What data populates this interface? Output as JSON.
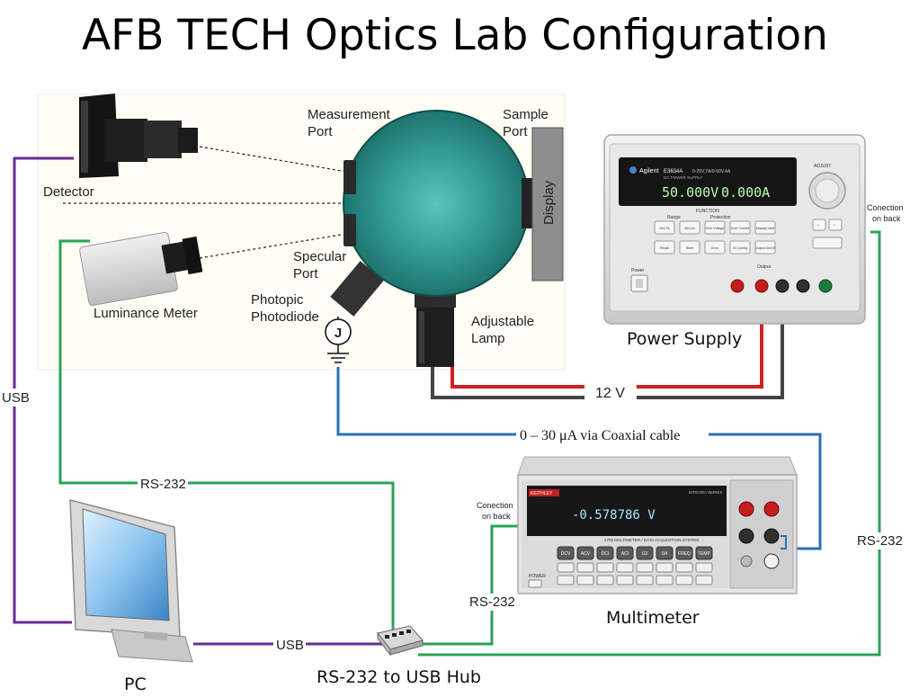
{
  "title": "AFB TECH Optics Lab Configuration",
  "labels": {
    "measurement_port": [
      "Measurement",
      "Port"
    ],
    "sample_port": [
      "Sample",
      "Port"
    ],
    "display": "Display",
    "detector": "Detector",
    "specular_port": [
      "Specular",
      "Port"
    ],
    "luminance_meter": "Luminance Meter",
    "photopic_photodiode": [
      "Photopic",
      "Photodiode"
    ],
    "photodiode_symbol": "J",
    "adjustable_lamp": [
      "Adjustable",
      "Lamp"
    ],
    "power_supply": "Power Supply",
    "voltage": "12 V",
    "coax": "0 – 30 μA via Coaxial cable",
    "usb_left": "USB",
    "rs232_left": "RS-232",
    "rs232_right": "RS-232",
    "rs232_middle": "RS-232",
    "usb_bottom": "USB",
    "connection_back_1": [
      "Conection",
      "on back"
    ],
    "connection_back_2": [
      "Conection",
      "on back"
    ],
    "multimeter": "Multimeter",
    "pc": "PC",
    "hub": "RS-232 to USB Hub"
  },
  "power_supply_panel": {
    "brand": "Agilent",
    "model": "E3634A",
    "spec": "0-25V,7A/0-50V,4A",
    "desc": "DC POWER SUPPLY",
    "display_voltage": "50.000V",
    "display_current": "0.000A",
    "adjust": "ADJUST",
    "function": "FUNCTION",
    "range": "Range",
    "protection": "Protection",
    "buttons": [
      "25V,7A",
      "50V,4A",
      "Over Voltage",
      "Over Current",
      "Display Limit",
      "Recall",
      "Store",
      "Error",
      "I/O Config",
      "Output On/Off"
    ],
    "power": "Power",
    "output": "Output"
  },
  "multimeter_panel": {
    "brand": "KEITHLEY",
    "series": "INTEGRA SERIES",
    "display": "-0.578786 V",
    "desc": "2700 MULTIMETER / DATA ACQUISITION SYSTEM",
    "keys": [
      "DCV",
      "ACV",
      "DCI",
      "ACI",
      "Ω2",
      "Ω4",
      "FREQ",
      "TEMP"
    ],
    "power": "POWER"
  },
  "colors": {
    "usb": "#6a2c91",
    "rs232": "#2aa357",
    "coax": "#2970b4",
    "positive": "#d21f1f",
    "negative": "#444444",
    "sphere": "#2a8b85"
  }
}
